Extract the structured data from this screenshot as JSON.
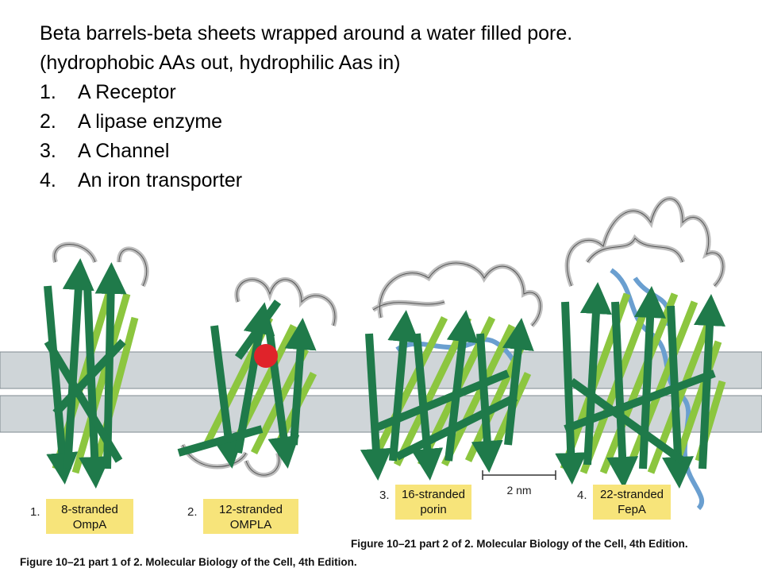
{
  "slide": {
    "title_line1": "Beta barrels-beta sheets wrapped around a water filled pore.",
    "title_line2": "(hydrophobic AAs out, hydrophilic Aas in)",
    "items": [
      {
        "num": "1.",
        "label": "A Receptor"
      },
      {
        "num": "2.",
        "label": "A lipase enzyme"
      },
      {
        "num": "3.",
        "label": "A Channel"
      },
      {
        "num": "4.",
        "label": "An iron transporter"
      }
    ]
  },
  "figure": {
    "captions": [
      {
        "num": "1.",
        "line1": "8-stranded",
        "line2": "OmpA"
      },
      {
        "num": "2.",
        "line1": "12-stranded",
        "line2": "OMPLA"
      },
      {
        "num": "3.",
        "line1": "16-stranded",
        "line2": "porin"
      },
      {
        "num": "4.",
        "line1": "22-stranded",
        "line2": "FepA"
      }
    ],
    "scale_bar_label": "2 nm",
    "credit_part2": "Figure 10–21 part 2 of 2. Molecular Biology of the Cell, 4th Edition.",
    "credit_part1": "Figure 10–21 part 1 of 2. Molecular Biology of the Cell, 4th Edition."
  },
  "colors": {
    "membrane": "#cfd5d8",
    "dark_strand": "#1f7a4a",
    "light_strand": "#8cc63f",
    "loop": "#bdbdbd",
    "plug": "#6a9fd0",
    "caption_box": "#f7e47a",
    "active_site": "#e0232a"
  }
}
